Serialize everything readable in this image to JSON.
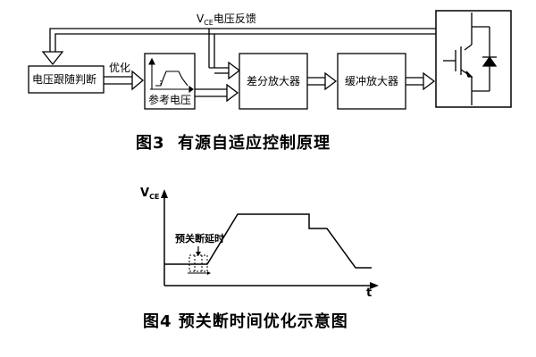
{
  "fig3": {
    "feedback_label": {
      "v": "V",
      "sub": "CE",
      "rest": "电压反馈"
    },
    "optimize_label": "优化",
    "blocks": {
      "voltage_follow": "电压跟随判断",
      "reference_voltage": "参考电压",
      "diff_amp": "差分放大器",
      "buffer_amp": "缓冲放大器"
    },
    "caption": "图3  有源自适应控制原理"
  },
  "fig4": {
    "ylabel": {
      "v": "V",
      "sub": "CE"
    },
    "xlabel": "t",
    "annotation": "预关断延时",
    "caption": "图4 预关断时间优化示意图"
  }
}
